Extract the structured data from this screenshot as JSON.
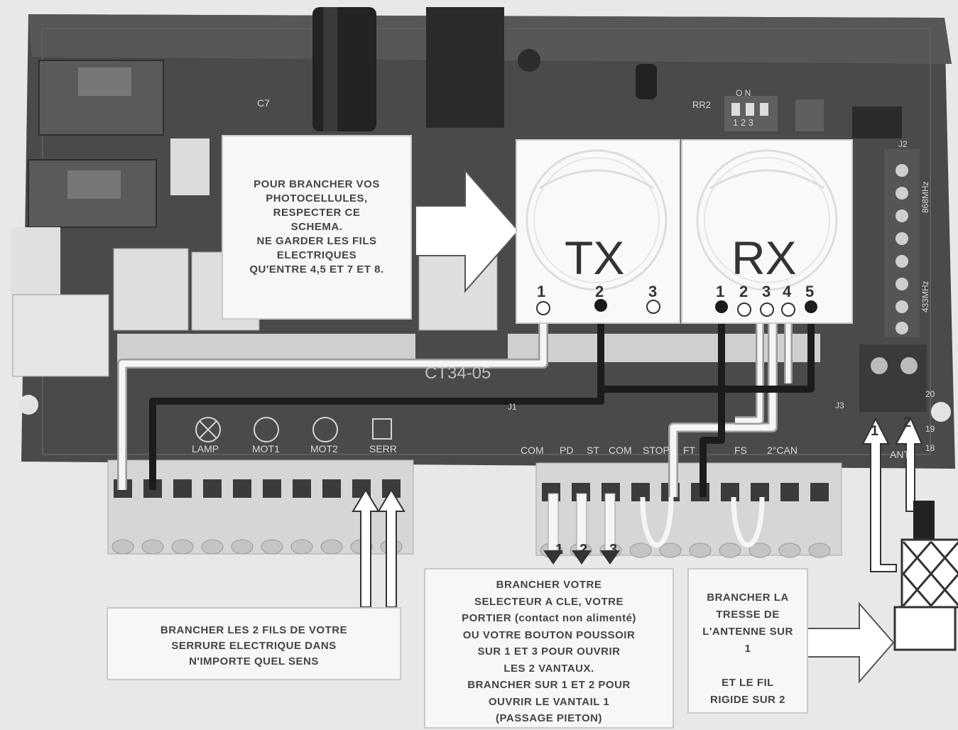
{
  "photocell_note": [
    "POUR BRANCHER VOS",
    "PHOTOCELLULES,",
    "RESPECTER CE",
    "SCHEMA.",
    "NE GARDER LES FILS",
    "ELECTRIQUES",
    "QU'ENTRE 4,5 ET 7 ET 8."
  ],
  "tx": {
    "label": "TX",
    "pins": [
      "1",
      "2",
      "3"
    ]
  },
  "rx": {
    "label": "RX",
    "pins": [
      "1",
      "2",
      "3",
      "4",
      "5"
    ]
  },
  "lock_note": [
    "BRANCHER LES 2 FILS DE VOTRE",
    "SERRURE ELECTRIQUE DANS",
    "N'IMPORTE QUEL SENS"
  ],
  "selector_note": [
    "BRANCHER VOTRE",
    "SELECTEUR A CLE, VOTRE",
    "PORTIER (contact non alimenté)",
    "OU VOTRE BOUTON POUSSOIR",
    "SUR 1 ET 3 POUR OUVRIR",
    "LES 2 VANTAUX.",
    "BRANCHER SUR 1 ET 2 POUR",
    "OUVRIR LE VANTAIL 1",
    "(PASSAGE PIETON)"
  ],
  "antenna_note": [
    "BRANCHER LA",
    "TRESSE DE",
    "L'ANTENNE SUR",
    "1",
    "",
    "ET LE FIL",
    "RIGIDE SUR 2"
  ],
  "selector_pins": [
    "1",
    "2",
    "3"
  ],
  "antenna_pins": [
    "1",
    "2"
  ],
  "board_labels": {
    "left_block": [
      "LAMP",
      "MOT1",
      "MOT2",
      "SERR"
    ],
    "right_block": [
      "COM",
      "PD",
      "ST",
      "COM",
      "STOP",
      "FT",
      "FS",
      "2°CAN"
    ],
    "ant": "ANT",
    "c7": "C7",
    "on": "O N",
    "dip": "1 2 3",
    "rr2": "RR2",
    "j1": "J1",
    "j3": "J3",
    "j2": "J2",
    "freq1": "868MHz",
    "freq2": "433MHz",
    "board_code": "CT34-05",
    "term_nums": [
      "20",
      "19",
      "18"
    ]
  },
  "colors": {
    "board": "#474747",
    "wire_dark": "#1c1c1c",
    "wire_light": "#f5f5f5",
    "callout_bg": "#f7f7f7"
  }
}
